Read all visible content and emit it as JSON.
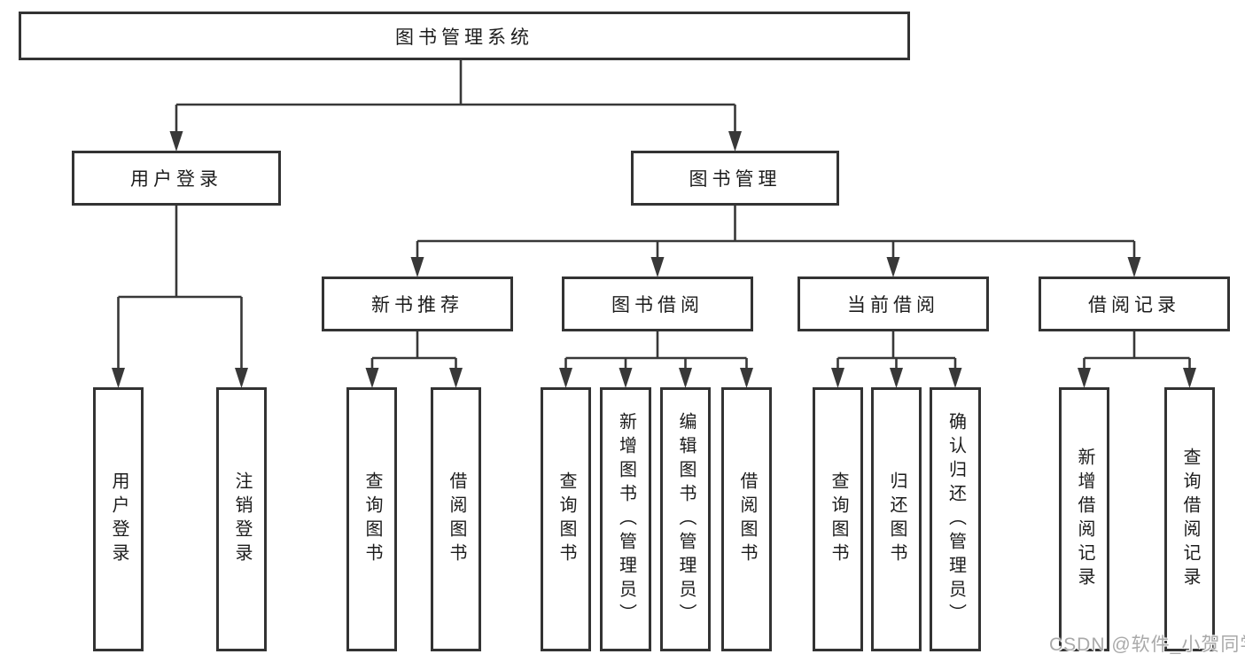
{
  "diagram": {
    "type": "hierarchy-tree",
    "colors": {
      "line": "#383838",
      "box_border": "#333333",
      "text": "#1c1c1c",
      "background": "#ffffff",
      "watermark": "#a9a9a9"
    },
    "tree": {
      "label": "图书管理系统",
      "children": [
        {
          "label": "用户登录",
          "children": [
            {
              "label": "用户登录"
            },
            {
              "label": "注销登录"
            }
          ]
        },
        {
          "label": "图书管理",
          "children": [
            {
              "label": "新书推荐",
              "children": [
                {
                  "label": "查询图书"
                },
                {
                  "label": "借阅图书"
                }
              ]
            },
            {
              "label": "图书借阅",
              "children": [
                {
                  "label": "查询图书"
                },
                {
                  "label": "新增图书（管理员）"
                },
                {
                  "label": "编辑图书（管理员）"
                },
                {
                  "label": "借阅图书"
                }
              ]
            },
            {
              "label": "当前借阅",
              "children": [
                {
                  "label": "查询图书"
                },
                {
                  "label": "归还图书"
                },
                {
                  "label": "确认归还（管理员）"
                }
              ]
            },
            {
              "label": "借阅记录",
              "children": [
                {
                  "label": "新增借阅记录"
                },
                {
                  "label": "查询借阅记录"
                }
              ]
            }
          ]
        }
      ]
    }
  },
  "watermark": {
    "text": "CSDN @软件_小贺同学"
  }
}
